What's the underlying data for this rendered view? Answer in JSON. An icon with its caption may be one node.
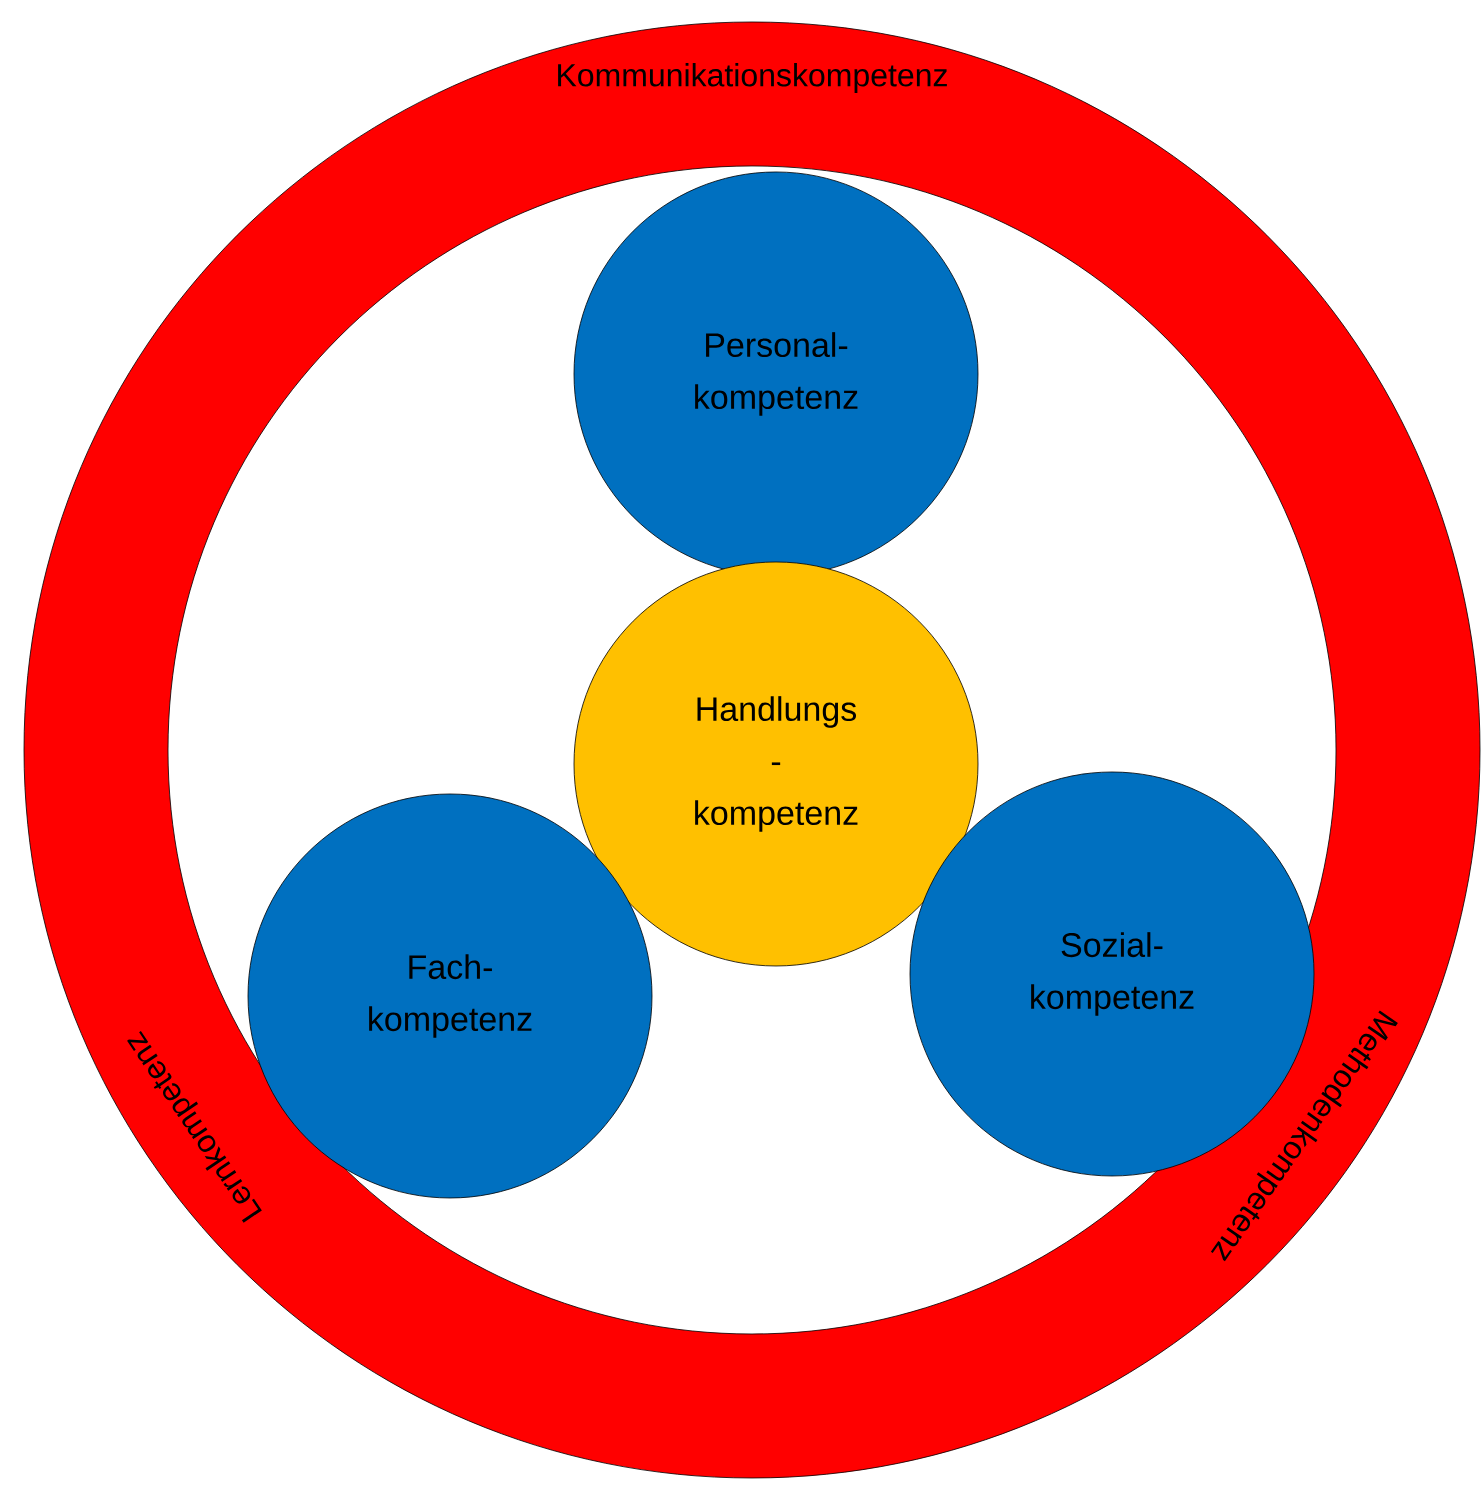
{
  "diagram": {
    "nodes": [
      {
        "text": [
          "Kommunikationskompetenz",
          "Lernkompetenz",
          "Methodenkompetenz"
        ]
      },
      {
        "text": [
          "Personal- kompetenz"
        ],
        "in": 0
      },
      {
        "text": [
          "Handlungs - kompetenz"
        ],
        "in": 0
      },
      {
        "text": [
          "Fach- kompetenz"
        ],
        "in": 0
      },
      {
        "text": [
          "Sozial- kompetenz"
        ],
        "in": 0
      }
    ]
  }
}
